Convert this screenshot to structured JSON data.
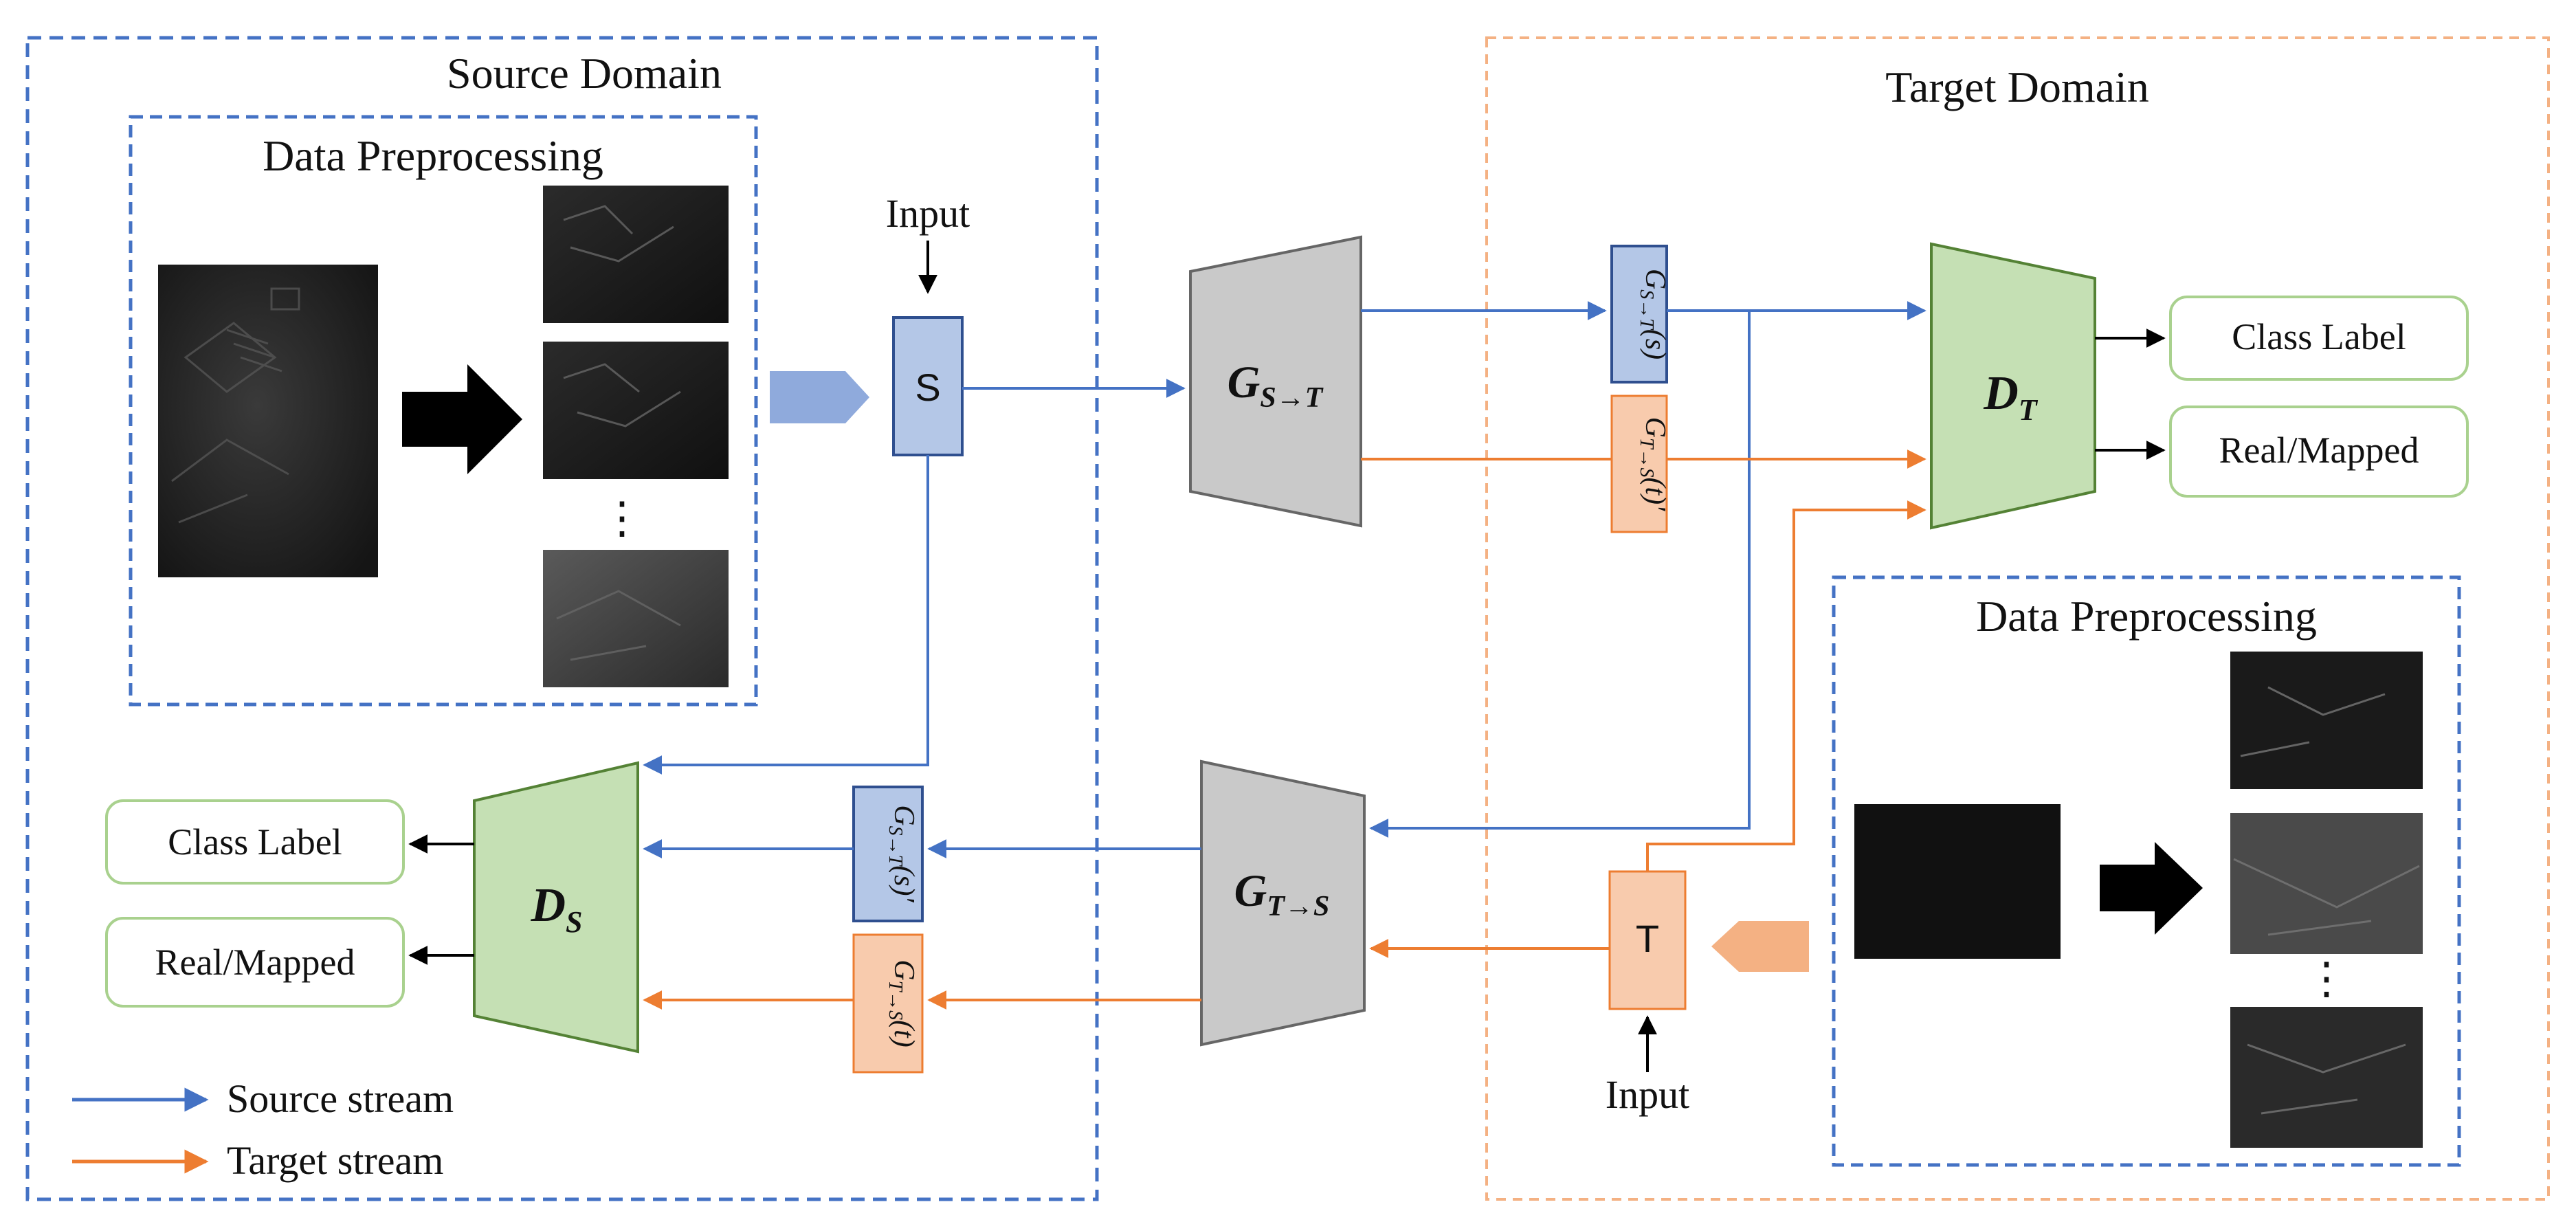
{
  "colors": {
    "source_stream": "#4472c4",
    "target_stream": "#ed7d31",
    "source_box_border": "#4472c4",
    "target_box_border": "#f4b183",
    "generator_fill": "#c9c9c9",
    "discriminator_fill": "#c5e0b4",
    "discriminator_border": "#548235",
    "s_block_fill": "#b4c7e7",
    "t_block_fill": "#f8cbad",
    "output_box_border": "#a9d18e",
    "satellite_dark": "#1c1c1c"
  },
  "source_domain": {
    "title": "Source Domain",
    "preprocessing_title": "Data Preprocessing",
    "ellipsis": "⋮",
    "input_label": "Input",
    "block_label": "S"
  },
  "target_domain": {
    "title": "Target Domain",
    "preprocessing_title": "Data Preprocessing",
    "ellipsis": "⋮",
    "input_label": "Input",
    "block_label": "T"
  },
  "generators": {
    "s_to_t": {
      "base": "G",
      "sub": "S→T"
    },
    "t_to_s": {
      "base": "G",
      "sub": "T→S"
    }
  },
  "discriminators": {
    "target": {
      "base": "D",
      "sub": "T"
    },
    "source": {
      "base": "D",
      "sub": "S"
    }
  },
  "mapped_blocks": {
    "gst_s": {
      "g": "G",
      "sub": "S→T",
      "arg": "(s)"
    },
    "gts_t_prime": {
      "g": "G",
      "sub": "T→S",
      "arg": "(t)′"
    },
    "gst_s_prime": {
      "g": "G",
      "sub": "S→T",
      "arg": "(s)′"
    },
    "gts_t": {
      "g": "G",
      "sub": "T→S",
      "arg": "(t)"
    }
  },
  "outputs": {
    "target_class": "Class Label",
    "target_real": "Real/Mapped",
    "source_class": "Class Label",
    "source_real": "Real/Mapped"
  },
  "legend": {
    "source": "Source stream",
    "target": "Target stream"
  }
}
